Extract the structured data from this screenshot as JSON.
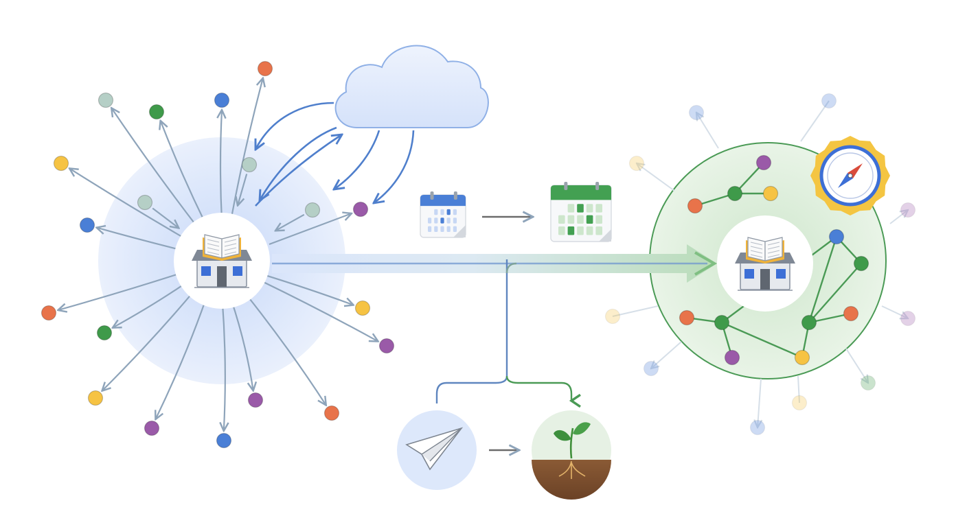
{
  "palette": {
    "blue": "#4a7fd6",
    "green": "#3f9a4a",
    "orange": "#e8734a",
    "yellow": "#f6c343",
    "purple": "#9a5aa8",
    "sage": "#b5cfc6",
    "steel_arrow": "#8ea4ba",
    "cloud_arrow": "#4f7fcc",
    "connector_blue": "#5f86bf",
    "connector_green": "#4a9a55",
    "halo_blue": "#dbe6fb",
    "halo_green": "#e3f1e1",
    "ring_green": "#4a9a55",
    "badge_gold": "#f4c542",
    "badge_blue": "#3d6fd6",
    "badge_red": "#d94b3b"
  },
  "icons": {
    "hub_left": "library-store-icon",
    "hub_right": "library-store-icon",
    "cloud": "cloud-icon",
    "calendar_before": "calendar-icon",
    "calendar_after": "calendar-icon",
    "paper_plane": "paper-plane-icon",
    "sprout": "sprout-icon",
    "badge": "compass-badge-icon"
  },
  "outer_nodes": [
    "sage",
    "green",
    "blue",
    "orange",
    "yellow",
    "blue",
    "orange",
    "green",
    "yellow",
    "purple",
    "blue",
    "purple",
    "orange",
    "purple",
    "yellow"
  ],
  "inner_nodes": [
    "sage",
    "sage",
    "sage"
  ],
  "network_nodes": [
    "purple",
    "orange",
    "green",
    "yellow",
    "blue",
    "green",
    "orange",
    "green",
    "green",
    "orange",
    "purple",
    "yellow"
  ],
  "faded_nodes": [
    "blue",
    "blue",
    "yellow",
    "purple",
    "yellow",
    "purple",
    "blue",
    "yellow",
    "blue",
    "green"
  ]
}
